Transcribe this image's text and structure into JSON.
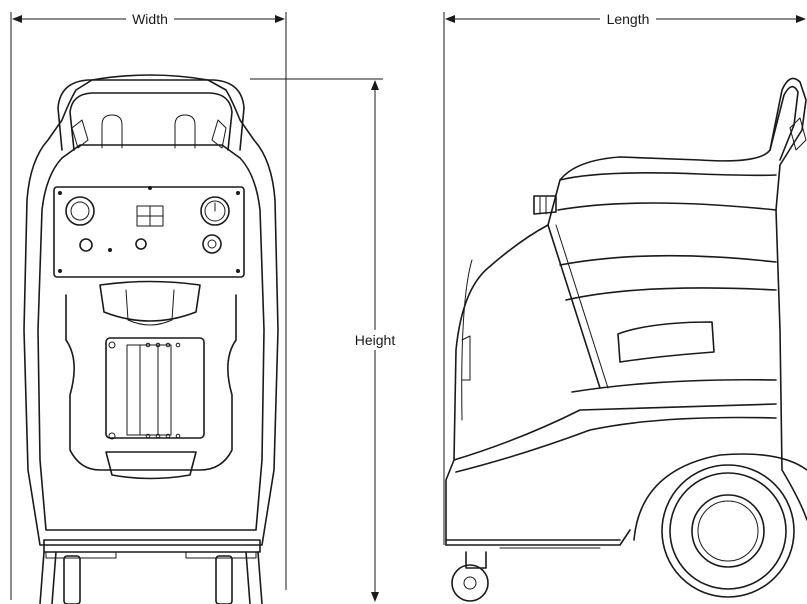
{
  "dimensions": {
    "width_label": "Width",
    "length_label": "Length",
    "height_label": "Height"
  }
}
